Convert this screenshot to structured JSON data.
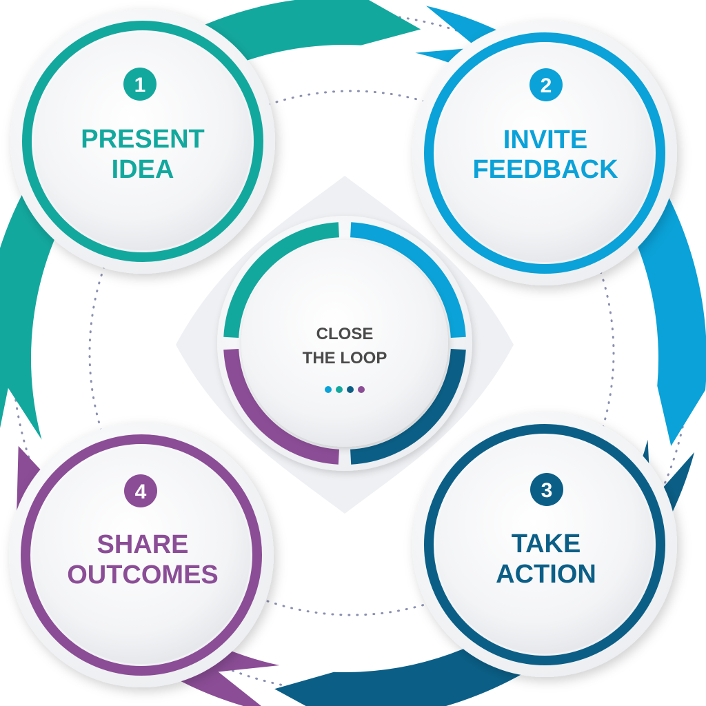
{
  "colors": {
    "teal": "#13a89e",
    "sky": "#0aa2d8",
    "navy": "#0b5f87",
    "purple": "#8b4d96",
    "center_text": "#4a4a4a",
    "dots": "#8a8fb0"
  },
  "steps": [
    {
      "number": "1",
      "line1": "PRESENT",
      "line2": "IDEA",
      "color": "#13a89e"
    },
    {
      "number": "2",
      "line1": "INVITE",
      "line2": "FEEDBACK",
      "color": "#0aa2d8"
    },
    {
      "number": "3",
      "line1": "TAKE",
      "line2": "ACTION",
      "color": "#0b5f87"
    },
    {
      "number": "4",
      "line1": "SHARE",
      "line2": "OUTCOMES",
      "color": "#8b4d96"
    }
  ],
  "center": {
    "line1": "CLOSE",
    "line2": "THE LOOP",
    "dot_colors": [
      "#0aa2d8",
      "#13a89e",
      "#0b5f87",
      "#8b4d96"
    ]
  }
}
